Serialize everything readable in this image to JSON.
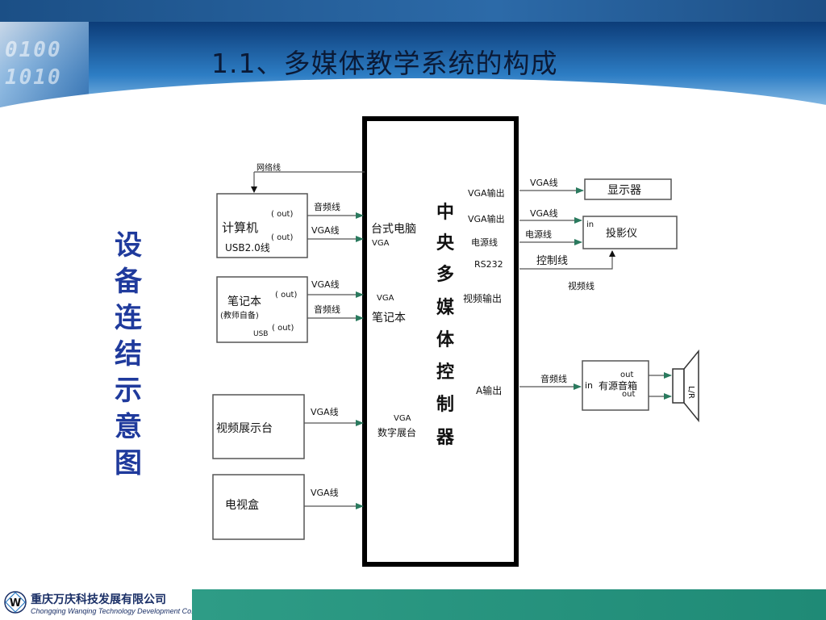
{
  "header": {
    "title": "1.1、多媒体教学系统的构成",
    "decor_digits": [
      "0100",
      "1010"
    ]
  },
  "side_title": "设备连结示意图",
  "diagram": {
    "central": {
      "label": [
        "中",
        "央",
        "多",
        "媒",
        "体",
        "控",
        "制",
        "器"
      ]
    },
    "inputs": {
      "computer": {
        "name": "计算机",
        "usb": "USB2.0线",
        "out1": "( out)",
        "out2": "( out)"
      },
      "laptop": {
        "name": "笔记本",
        "sub": "(教师自备)",
        "usb": "USB",
        "out1": "( out)",
        "out2": "( out)"
      },
      "visualizer": {
        "name": "视频展示台"
      },
      "tvbox": {
        "name": "电视盒"
      }
    },
    "cables": {
      "network": "网络线",
      "audio": "音频线",
      "vga": "VGA线",
      "power": "电源线",
      "control": "控制线",
      "video": "视频线"
    },
    "ports": {
      "desktop": "台式电脑",
      "vga": "VGA",
      "laptop": "笔记本",
      "doc_cam": "数字展台",
      "vga_out": "VGA输出",
      "power_line": "电源线",
      "rs232": "RS232",
      "video_out": "视频输出",
      "a_out": "A输出"
    },
    "outputs": {
      "monitor": "显示器",
      "projector": {
        "in": "in",
        "name": "投影仪"
      },
      "speaker": {
        "in": "in",
        "name": "有源音箱",
        "out1": "out",
        "out2": "out",
        "lr": "L/R"
      }
    }
  },
  "footer": {
    "company_cn": "重庆万庆科技发展有限公司",
    "company_en": "Chongqing Wanqing Technology Development Co., Ltd.",
    "logo_letter": "W"
  },
  "colors": {
    "title_blue": "#1f3a9c",
    "footer_green": "#2e9c86",
    "arrow_green": "#2a7a5e"
  }
}
